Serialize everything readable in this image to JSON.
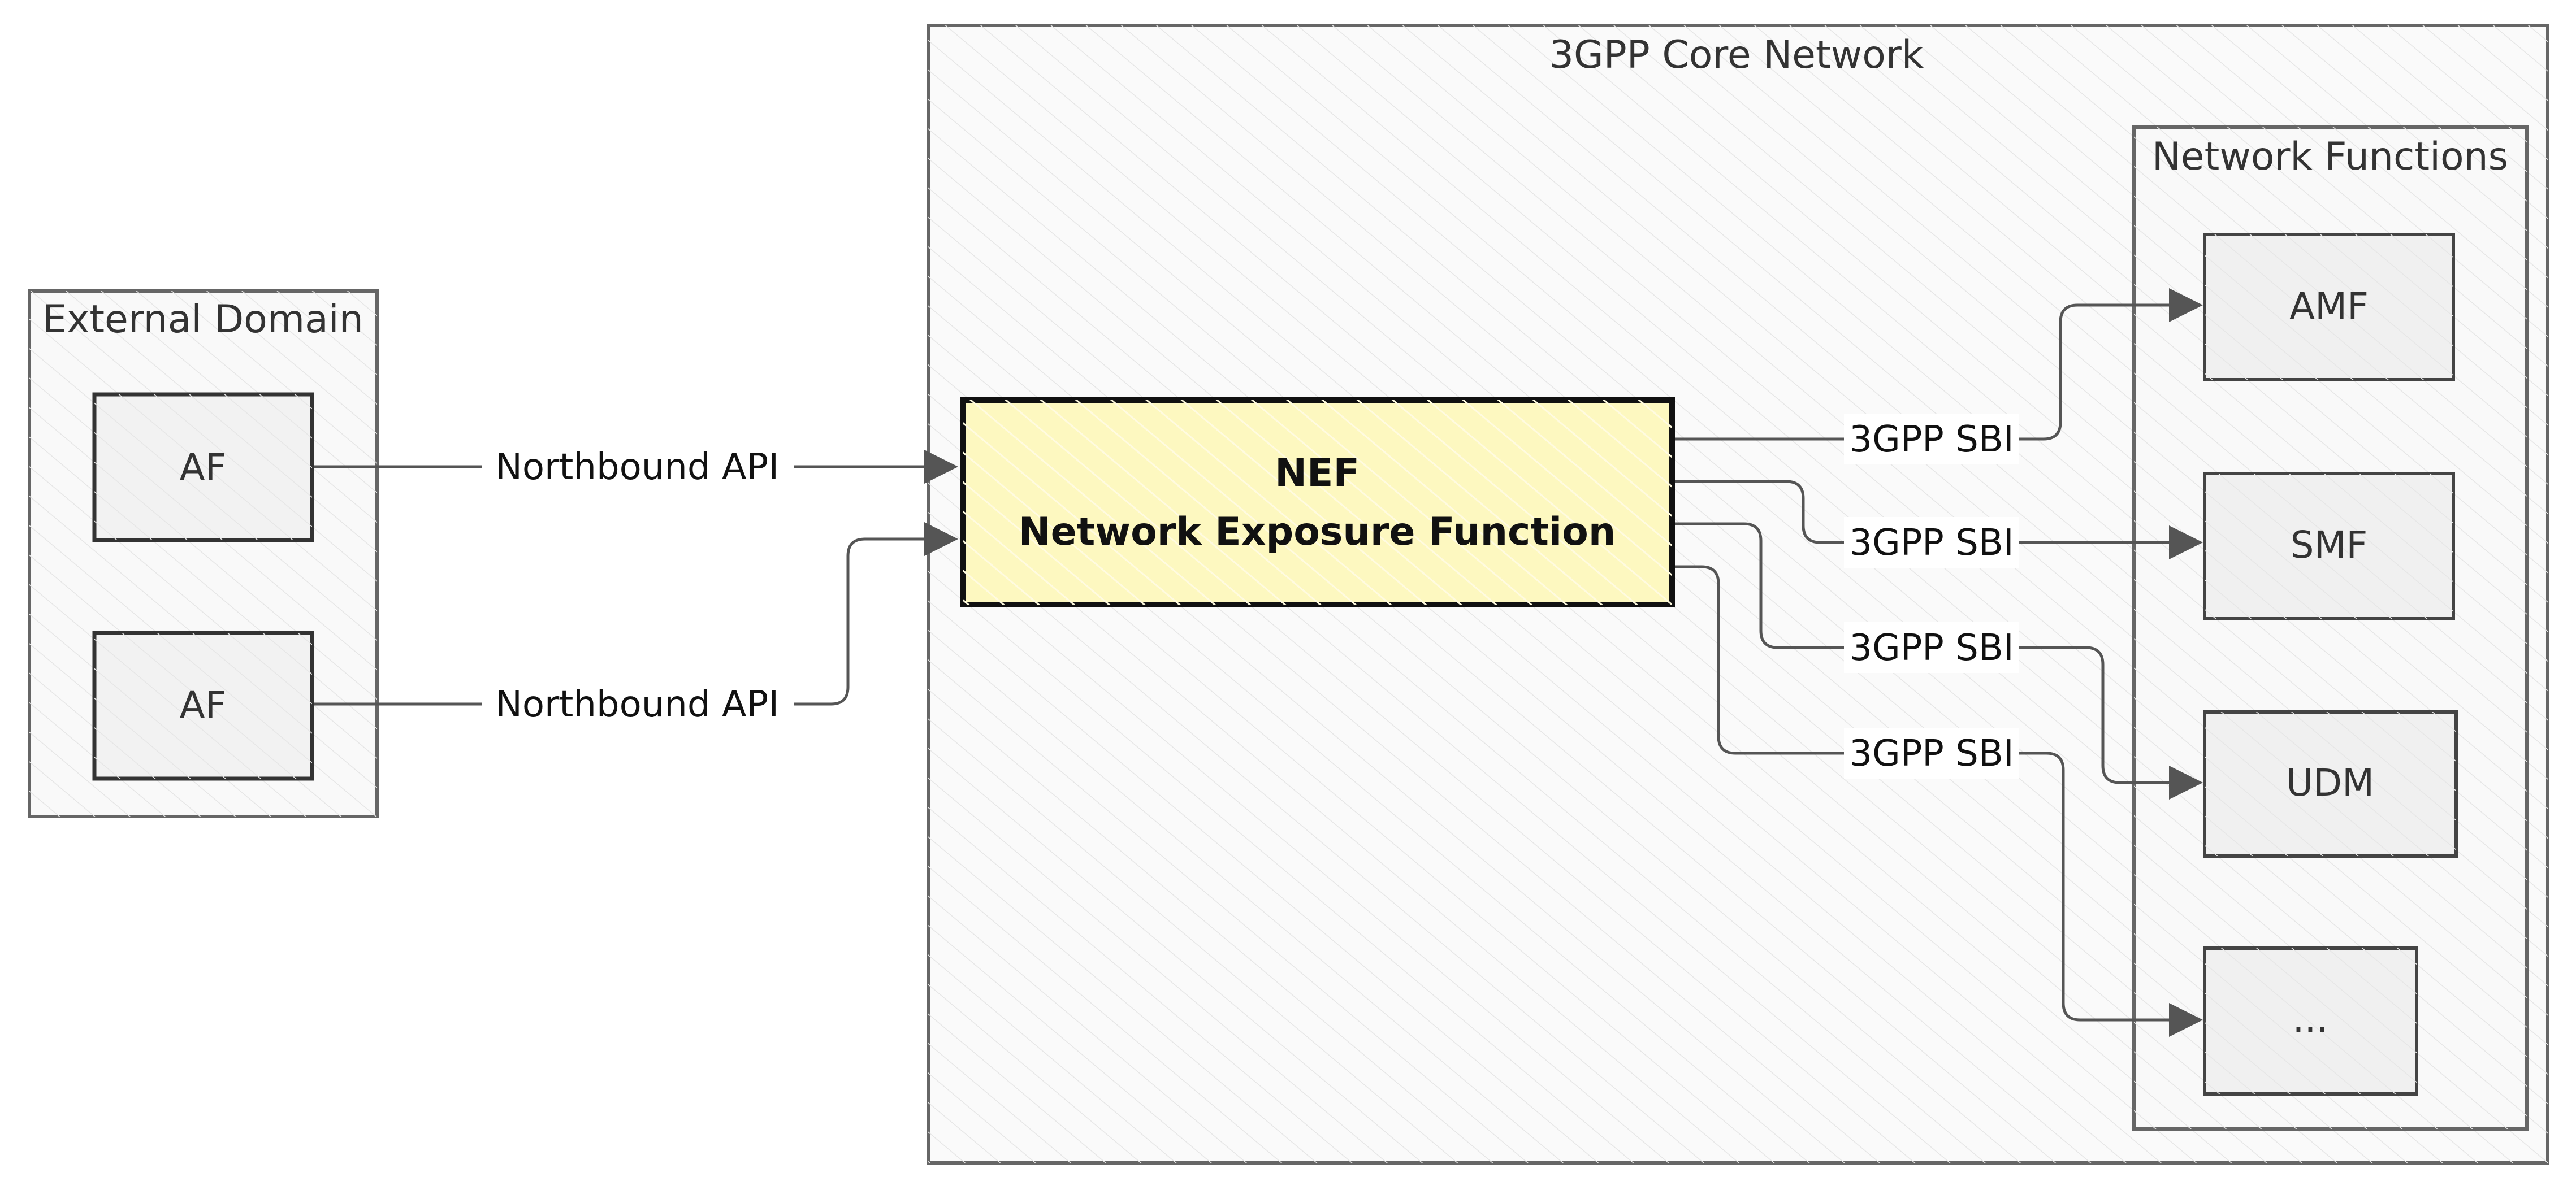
{
  "groups": {
    "external": {
      "title": "External Domain"
    },
    "core": {
      "title": "3GPP Core Network"
    },
    "functions": {
      "title": "Network Functions"
    }
  },
  "nodes": {
    "af1": {
      "label": "AF"
    },
    "af2": {
      "label": "AF"
    },
    "nef": {
      "title": "NEF",
      "subtitle": "Network Exposure Function"
    },
    "amf": {
      "label": "AMF"
    },
    "smf": {
      "label": "SMF"
    },
    "udm": {
      "label": "UDM"
    },
    "more": {
      "label": "..."
    }
  },
  "edges": {
    "af1_nef": {
      "label": "Northbound API"
    },
    "af2_nef": {
      "label": "Northbound API"
    },
    "nef_amf": {
      "label": "3GPP SBI"
    },
    "nef_smf": {
      "label": "3GPP SBI"
    },
    "nef_udm": {
      "label": "3GPP SBI"
    },
    "nef_more": {
      "label": "3GPP SBI"
    }
  },
  "colors": {
    "stroke": "#555555",
    "group_fill": "#f9f9f9",
    "node_fill": "#f2f2f2",
    "nef_fill": "#fdf8c0"
  }
}
